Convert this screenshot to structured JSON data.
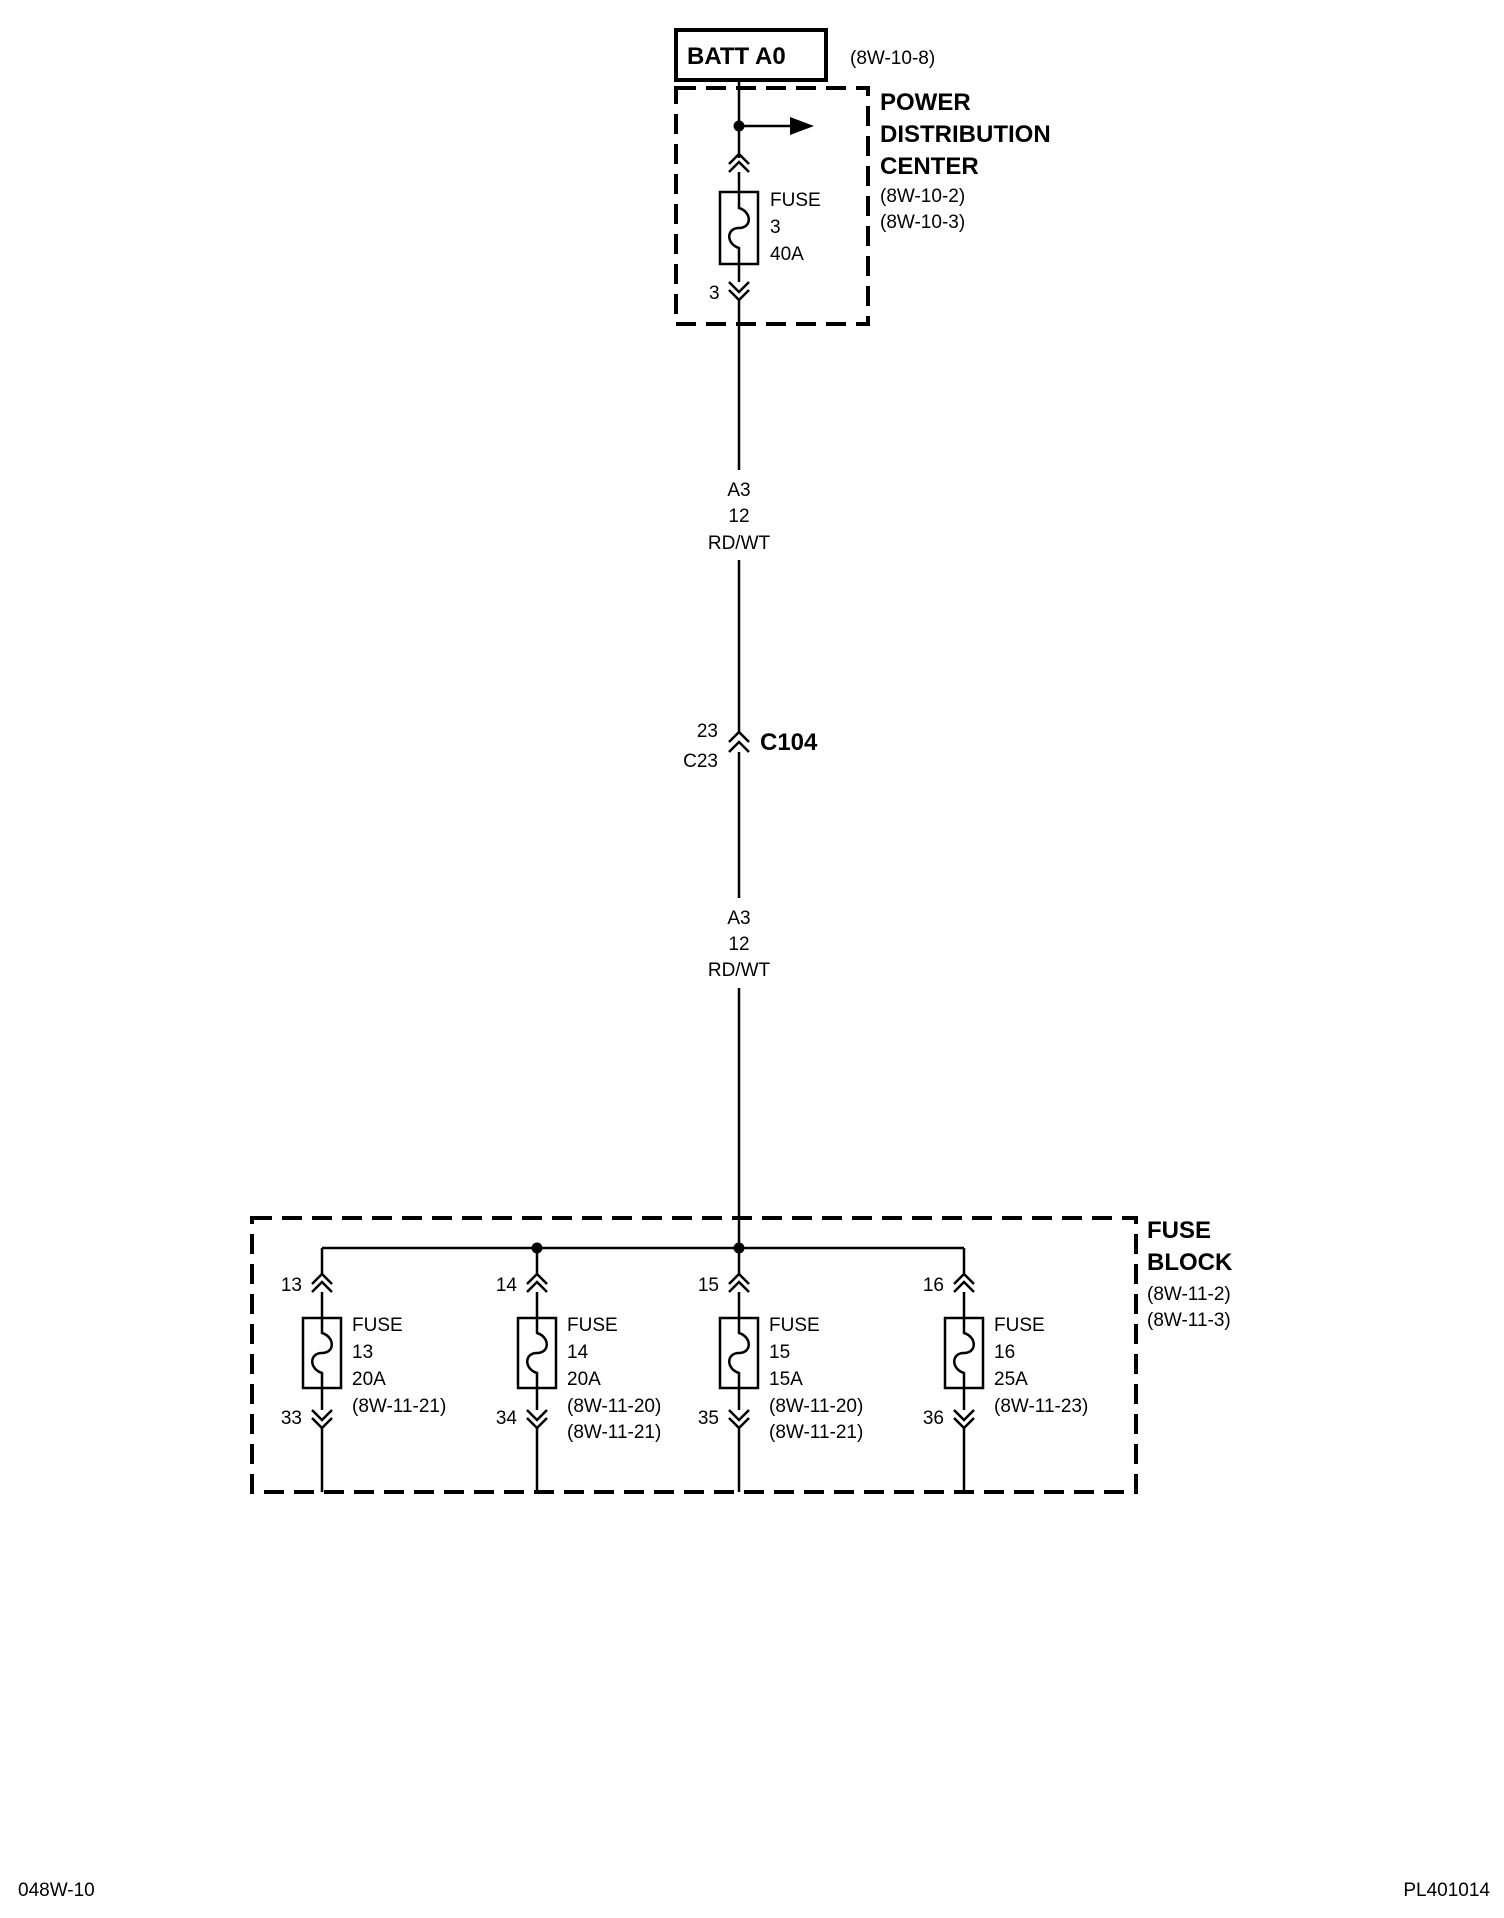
{
  "batt": {
    "label": "BATT A0",
    "ref": "(8W-10-8)"
  },
  "pdc": {
    "name_lines": [
      "POWER",
      "DISTRIBUTION",
      "CENTER"
    ],
    "refs": [
      "(8W-10-2)",
      "(8W-10-3)"
    ],
    "fuse": {
      "lines": [
        "FUSE",
        "3",
        "40A"
      ],
      "out_pin": "3"
    }
  },
  "wire_upper": {
    "lines": [
      "A3",
      "12",
      "RD/WT"
    ]
  },
  "connector": {
    "name": "C104",
    "pin_top": "23",
    "pin_bottom": "C23"
  },
  "wire_lower": {
    "lines": [
      "A3",
      "12",
      "RD/WT"
    ]
  },
  "fuse_block": {
    "name_lines": [
      "FUSE",
      "BLOCK"
    ],
    "refs": [
      "(8W-11-2)",
      "(8W-11-3)"
    ],
    "fuses": [
      {
        "in_pin": "13",
        "out_pin": "33",
        "lines": [
          "FUSE",
          "13",
          "20A"
        ],
        "refs": [
          "(8W-11-21)"
        ]
      },
      {
        "in_pin": "14",
        "out_pin": "34",
        "lines": [
          "FUSE",
          "14",
          "20A"
        ],
        "refs": [
          "(8W-11-20)",
          "(8W-11-21)"
        ]
      },
      {
        "in_pin": "15",
        "out_pin": "35",
        "lines": [
          "FUSE",
          "15",
          "15A"
        ],
        "refs": [
          "(8W-11-20)",
          "(8W-11-21)"
        ]
      },
      {
        "in_pin": "16",
        "out_pin": "36",
        "lines": [
          "FUSE",
          "16",
          "25A"
        ],
        "refs": [
          "(8W-11-23)"
        ]
      }
    ]
  },
  "footer": {
    "left": "048W-10",
    "right": "PL401014"
  }
}
